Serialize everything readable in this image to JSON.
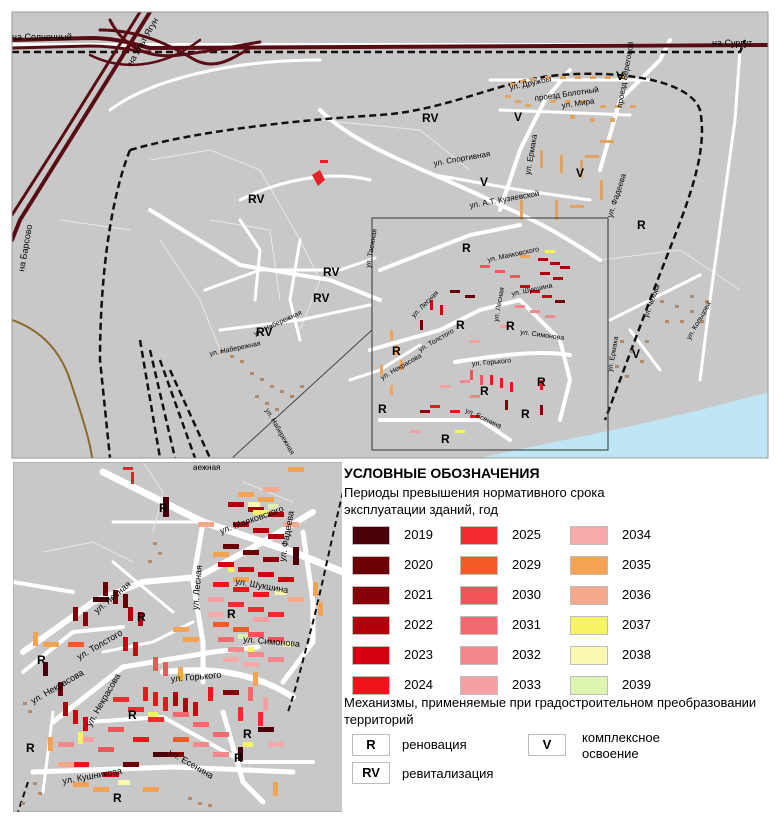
{
  "map": {
    "road_labels": {
      "solnechny": "на Солнечный",
      "ult_yagun": "на Ульт-Ягун",
      "surgut": "на Сургут",
      "barsovo": "на Барсово",
      "druzhby": "ул. Дружбы",
      "bolotny": "проезд Болотный",
      "beregovoy": "проезд Береговой",
      "mira": "ул. Мира",
      "sportivnaya": "ул. Спортивная",
      "ermaka": "ул. Ермака",
      "kuzyakova": "ул. А.Т. Кузяевской",
      "fadeeva": "ул. Фадеева",
      "taezhnaya": "ул. Таежная",
      "mayakovskogo": "ул. Маяковского",
      "shukshina": "ул. Шукшина",
      "lesnaya": "ул. Лесная",
      "simonova": "ул. Симонова",
      "naberezhnaya": "ул. Набережная",
      "nekrasova": "ул. Некрасова",
      "tolstogo": "ул. Толстого",
      "gorkogo": "ул. Горького",
      "esenina": "ул. Есенина",
      "kushnikova": "ул. Кушникова",
      "ermaka2": "ул. Ермака",
      "kolcova": "ул. Кольцова",
      "chehova": "ул. Чехова",
      "taezhnaya_short": "аежная"
    },
    "zone_codes": {
      "renovation": "R",
      "revitalization": "RV",
      "complex": "V"
    }
  },
  "legend": {
    "title": "УСЛОВНЫЕ ОБОЗНАЧЕНИЯ",
    "subtitle": "Периоды превышения нормативного срока эксплуатации зданий, год",
    "years": [
      {
        "year": "2019",
        "color": "#4a0008"
      },
      {
        "year": "2020",
        "color": "#6a0005"
      },
      {
        "year": "2021",
        "color": "#860008"
      },
      {
        "year": "2022",
        "color": "#b0000c"
      },
      {
        "year": "2023",
        "color": "#d40012"
      },
      {
        "year": "2024",
        "color": "#f0141a"
      },
      {
        "year": "2025",
        "color": "#f52a2e"
      },
      {
        "year": "2029",
        "color": "#f35a26"
      },
      {
        "year": "2030",
        "color": "#f2545a"
      },
      {
        "year": "2031",
        "color": "#f26a6e"
      },
      {
        "year": "2032",
        "color": "#f4878b"
      },
      {
        "year": "2033",
        "color": "#f6a0a3"
      },
      {
        "year": "2034",
        "color": "#f7aaaa"
      },
      {
        "year": "2035",
        "color": "#f5a352"
      },
      {
        "year": "2036",
        "color": "#f6a88a"
      },
      {
        "year": "2037",
        "color": "#f6f462"
      },
      {
        "year": "2038",
        "color": "#fbf8b4"
      },
      {
        "year": "2039",
        "color": "#def5b0"
      }
    ],
    "mechanisms_title": "Механизмы, применяемые при градостроительном преобразовании территорий",
    "mechanisms": [
      {
        "code": "R",
        "label": "реновация"
      },
      {
        "code": "RV",
        "label": "ревитализация"
      },
      {
        "code": "V",
        "label": "комплексное освоение"
      }
    ]
  }
}
